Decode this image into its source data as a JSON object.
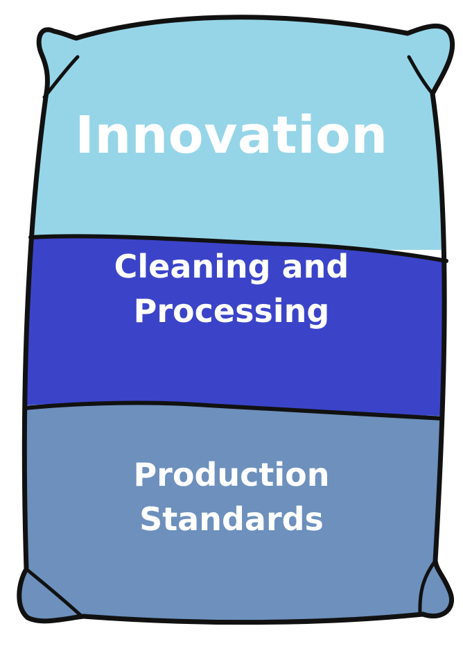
{
  "layers": [
    {
      "id": "top",
      "lines": [
        "Innovation"
      ],
      "color": "#96d5e8"
    },
    {
      "id": "middle",
      "lines": [
        "Cleaning and",
        "Processing"
      ],
      "color": "#3b44c8"
    },
    {
      "id": "bottom",
      "lines": [
        "Production",
        "Standards"
      ],
      "color": "#6d90bd"
    }
  ],
  "outline_color": "#111111",
  "text_color": "#ffffff"
}
